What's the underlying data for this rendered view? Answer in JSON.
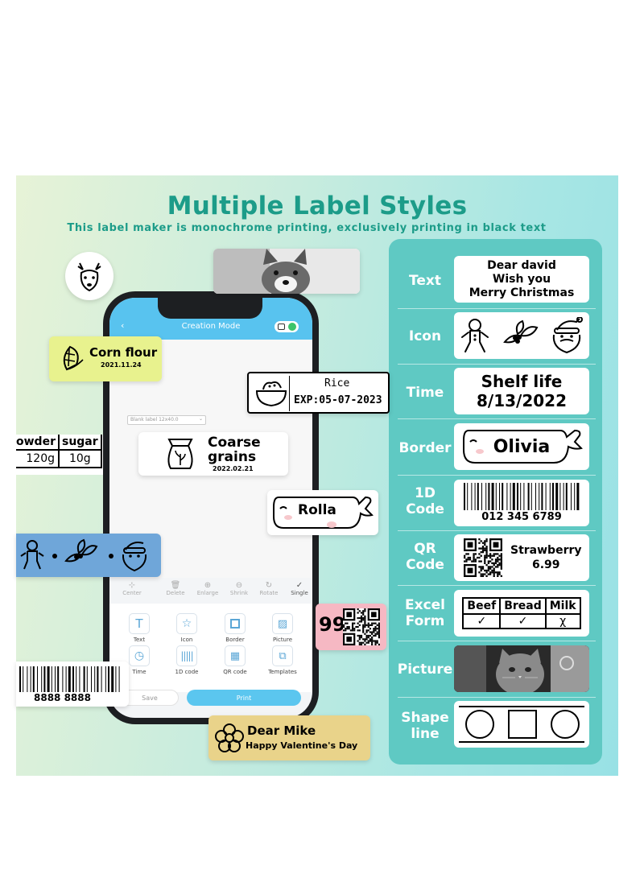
{
  "header": {
    "title": "Multiple Label Styles",
    "subtitle": "This label maker is monochrome printing, exclusively printing in black text"
  },
  "styles_panel": {
    "rows": [
      {
        "label": "Text",
        "content": [
          "Dear david",
          "Wish you",
          "Merry Christmas"
        ]
      },
      {
        "label": "Icon"
      },
      {
        "label": "Time",
        "content": [
          "Shelf life",
          "8/13/2022"
        ]
      },
      {
        "label": "Border",
        "content": "Olivia"
      },
      {
        "label_lines": [
          "1D",
          "Code"
        ],
        "content": "012 345 6789"
      },
      {
        "label_lines": [
          "QR",
          "Code"
        ],
        "content": [
          "Strawberry",
          "6.99"
        ]
      },
      {
        "label_lines": [
          "Excel",
          "Form"
        ],
        "table": {
          "headers": [
            "Beef",
            "Bread",
            "Milk"
          ],
          "cells": [
            "✓",
            "✓",
            "χ"
          ]
        }
      },
      {
        "label": "Picture"
      },
      {
        "label_lines": [
          "Shape",
          "line"
        ]
      }
    ]
  },
  "floating_labels": {
    "corn": {
      "name": "Corn flour",
      "date": "2021.11.24"
    },
    "rice": {
      "name": "Rice",
      "exp": "EXP:05-07-2023"
    },
    "coarse": {
      "name_lines": [
        "Coarse",
        "grains"
      ],
      "date": "2022.02.21"
    },
    "rolla": "Rolla",
    "table": {
      "headers": [
        "owder",
        "sugar"
      ],
      "values": [
        "120g",
        "10g"
      ]
    },
    "barcode": "8888 8888",
    "qr_partial": "99",
    "valentine": {
      "line1": "Dear Mike",
      "line2": "Happy Valentine's Day"
    }
  },
  "phone": {
    "app_title": "Creation Mode",
    "blank_label": "Blank label 12x40.0",
    "toolbar": [
      "Center",
      "Delete",
      "Enlarge",
      "Shrink",
      "Rotate",
      "Single"
    ],
    "grid": [
      "Text",
      "Icon",
      "Border",
      "Picture",
      "Time",
      "1D code",
      "QR code",
      "Templates"
    ],
    "save": "Save",
    "print": "Print"
  }
}
